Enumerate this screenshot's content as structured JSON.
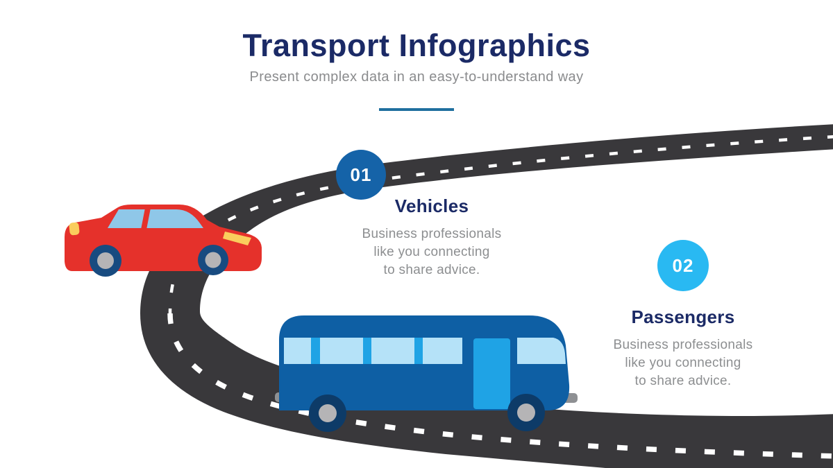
{
  "header": {
    "title": "Transport Infographics",
    "subtitle": "Present complex data in an easy-to-understand way"
  },
  "steps": [
    {
      "number": "01",
      "title": "Vehicles",
      "description_lines": [
        "Business professionals",
        "like you connecting",
        "to share advice."
      ],
      "circle_color": "#1563A8"
    },
    {
      "number": "02",
      "title": "Passengers",
      "description_lines": [
        "Business professionals",
        "like you connecting",
        "to share advice."
      ],
      "circle_color": "#29B9F2"
    }
  ],
  "colors": {
    "background": "#FFFFFF",
    "title_text": "#1B2A66",
    "subtitle_text": "#8A8B8D",
    "divider": "#1F6F9F",
    "heading_text": "#1B2A66",
    "body_text": "#8C8E90",
    "circle_number_text": "#FFFFFF",
    "road": "#39383B",
    "road_dash": "#FFFFFF",
    "car_body": "#E5312B",
    "car_window": "#8FC7E8",
    "car_light": "#FACD5D",
    "car_wheel_rim": "#184B80",
    "bus_body": "#0E5FA4",
    "bus_window": "#B5E2F8",
    "bus_accent": "#1FA3E5",
    "bus_wheel_rim": "#0D3B68",
    "wheel_hub": "#B5B4B6",
    "bumper": "#8E9093"
  }
}
